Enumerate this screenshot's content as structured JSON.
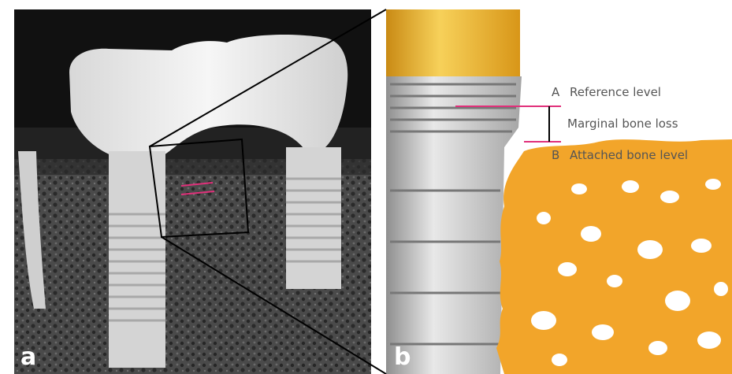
{
  "panel_a": {
    "letter": "a"
  },
  "panel_b": {
    "letter": "b",
    "label_a_letter": "A",
    "label_a_text": "Reference level",
    "label_mid_text": "Marginal bone loss",
    "label_b_letter": "B",
    "label_b_text": "Attached bone level"
  },
  "colors": {
    "marker": "#e0307a",
    "bone": "#f2a52a",
    "gold": "#e8a82a"
  }
}
